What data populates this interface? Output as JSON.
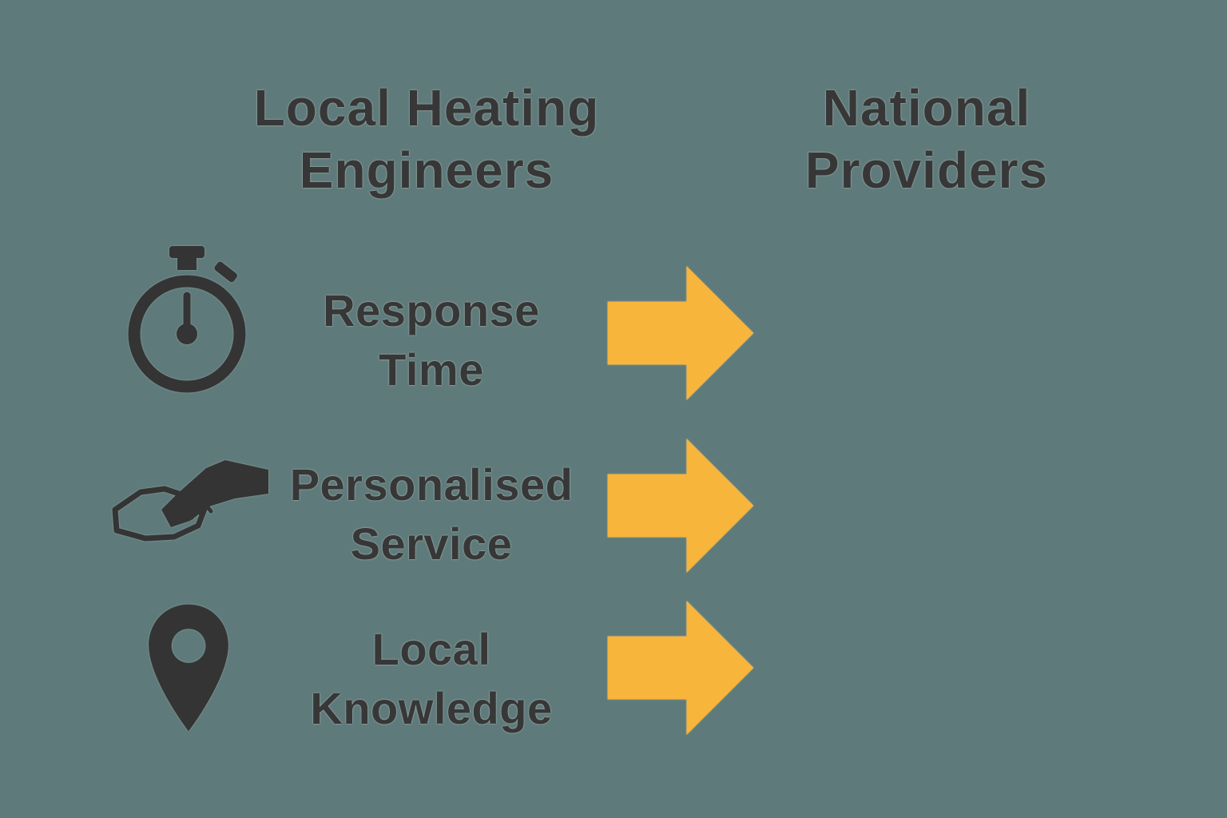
{
  "header": {
    "left_title": "Local Heating Engineers",
    "right_title": "National Providers"
  },
  "rows": [
    {
      "icon": "stopwatch-icon",
      "label": "Response Time"
    },
    {
      "icon": "handshake-icon",
      "label": "Personalised Service"
    },
    {
      "icon": "location-pin-icon",
      "label": "Local Knowledge"
    }
  ],
  "arrow_icon": "right-block-arrow-icon",
  "colors": {
    "background": "#5e7a7a",
    "text": "#373737",
    "arrow": "#f8b53b",
    "icon": "#343434"
  }
}
